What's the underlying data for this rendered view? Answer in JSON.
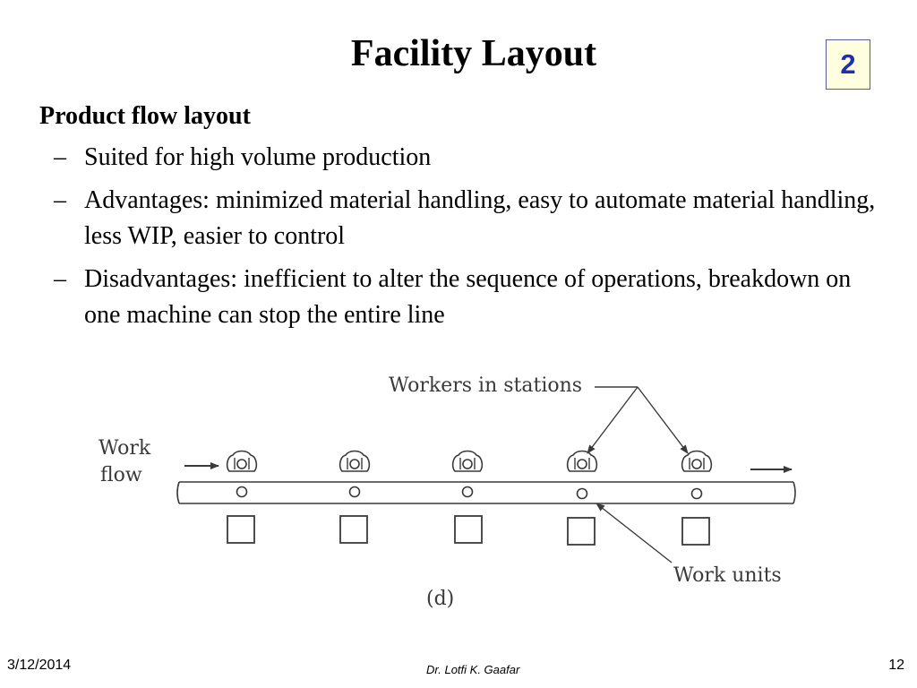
{
  "slide": {
    "title": "Facility Layout",
    "badge": "2",
    "heading": "Product flow layout",
    "bullets": [
      "Suited for high volume production",
      "Advantages: minimized material handling, easy to automate material handling, less WIP, easier to control",
      "Disadvantages: inefficient to alter the sequence of operations, breakdown on one machine can stop the entire line"
    ]
  },
  "figure": {
    "workers_label": "Workers in stations",
    "workflow_line1": "Work",
    "workflow_line2": "flow",
    "work_units_label": "Work units",
    "caption": "(d)"
  },
  "footer": {
    "date": "3/12/2014",
    "author": "Dr. Lotfi K. Gaafar",
    "page": "12"
  }
}
